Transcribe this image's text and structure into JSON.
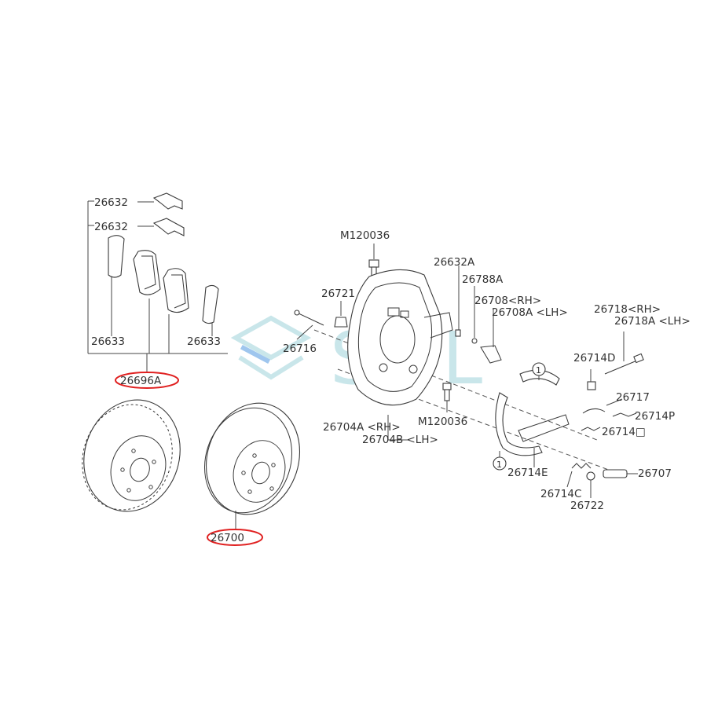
{
  "labels": {
    "p26632_upper": "26632",
    "p26632_lower": "26632",
    "p26633_left": "26633",
    "p26633_right": "26633",
    "p26696A": "26696A",
    "p26700": "26700",
    "pM120036_top": "M120036",
    "pM120036_bottom": "M120036",
    "p26721": "26721",
    "p26716": "26716",
    "p26632A": "26632A",
    "p26788A": "26788A",
    "p26708_rh": "26708<RH>",
    "p26708A_lh": "26708A <LH>",
    "p26718_rh": "26718<RH>",
    "p26718A_lh": "26718A <LH>",
    "p26714D": "26714D",
    "p26717": "26717",
    "p26714P": "26714P",
    "p26714O": "26714□",
    "p26707": "26707",
    "p26714C": "26714C",
    "p26722": "26722",
    "p26714E": "26714E",
    "p26704A_rh": "26704A <RH>",
    "p26704B_lh": "26704B <LH>",
    "callout_top": "1",
    "callout_bottom": "1"
  },
  "watermark": "SOL",
  "colors": {
    "highlight_ring": "#e02020",
    "watermark": "#c9e6ea",
    "watermark_bar": "#9fc6ee"
  }
}
